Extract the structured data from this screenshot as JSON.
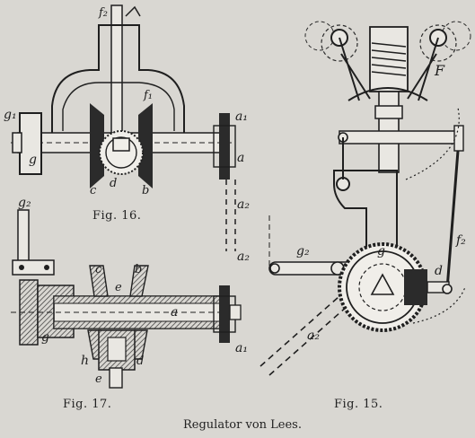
{
  "plate": {
    "title": "Regulator von Lees.",
    "figures": {
      "fig16": "Fig. 16.",
      "fig17": "Fig. 17.",
      "fig15": "Fig. 15."
    },
    "labels16": {
      "f2": "f₂",
      "f1": "f₁",
      "g1": "g₁",
      "g": "g",
      "c": "c",
      "d": "d",
      "b": "b",
      "a1": "a₁",
      "a": "a",
      "a2": "a₂"
    },
    "labels17": {
      "g2": "g₂",
      "c": "c",
      "b": "b",
      "e_top": "e",
      "a": "a",
      "g": "g",
      "h": "h",
      "e_bot": "e",
      "d": "d",
      "a1": "a₁",
      "a2": "a₂"
    },
    "labels15": {
      "F": "F",
      "g2": "g₂",
      "g": "g",
      "f2": "f₂",
      "d": "d",
      "a2": "a₂"
    }
  }
}
